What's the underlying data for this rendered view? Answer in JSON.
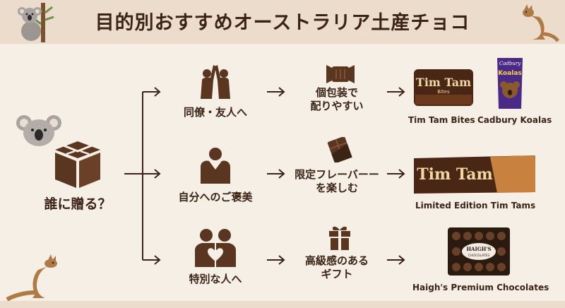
{
  "title": "目的別おすすめオーストラリア土産チョコ",
  "root": {
    "label": "誰に贈る？",
    "icon": "gift-box-icon"
  },
  "branches": [
    {
      "target": "同僚・友人へ",
      "target_icon": "high-five-icon",
      "feature_line1": "個包装で",
      "feature_line2": "配りやすい",
      "feature_icon": "wrapped-candy-icon",
      "products": [
        "Tim Tam Bites",
        "Cadbury Koalas"
      ],
      "product_packs": [
        {
          "brand": "Tim Tam",
          "sub": "Bites"
        },
        {
          "brand": "Cadbury",
          "sub": "Koalas"
        }
      ]
    },
    {
      "target": "自分へのご褒美",
      "target_icon": "person-hug-icon",
      "feature_line1": "限定フレーバーー",
      "feature_line2": "を楽しむ",
      "feature_icon": "chocolate-bar-icon",
      "products": [
        "Limited Edition Tim Tams"
      ],
      "product_packs": [
        {
          "brand": "Tim Tam",
          "sub": ""
        }
      ]
    },
    {
      "target": "特別な人へ",
      "target_icon": "couple-heart-icon",
      "feature_line1": "高級感のある",
      "feature_line2": "ギフト",
      "feature_icon": "present-icon",
      "products": [
        "Haigh's Premium Chocolates"
      ],
      "product_packs": [
        {
          "brand": "HAIGH'S",
          "sub": "CHOCOLATES"
        }
      ]
    }
  ],
  "decorations": [
    "koala-icon",
    "kangaroo-icon"
  ],
  "colors": {
    "background": "#f6efe6",
    "header": "#ebdccb",
    "ink": "#3b2315",
    "chocolate": "#5a3520"
  }
}
